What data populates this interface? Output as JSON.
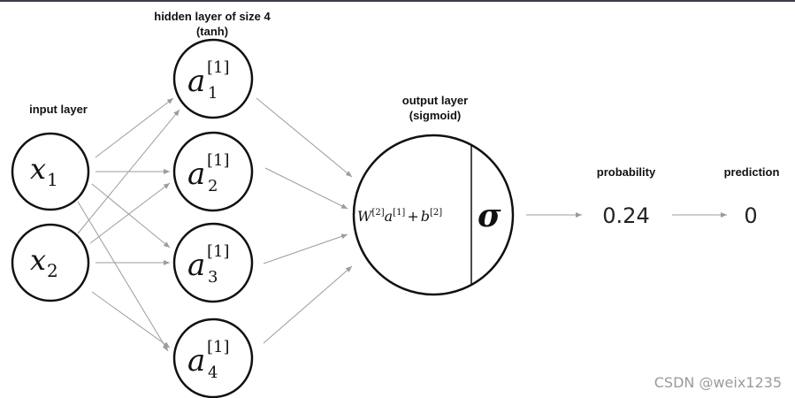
{
  "labels": {
    "input_layer": "input layer",
    "hidden_layer_line1": "hidden layer of size 4",
    "hidden_layer_line2": "(tanh)",
    "output_layer_line1": "output layer",
    "output_layer_line2": "(sigmoid)",
    "probability": "probability",
    "prediction": "prediction"
  },
  "inputs": [
    {
      "symbol": "x",
      "sub": "1"
    },
    {
      "symbol": "x",
      "sub": "2"
    }
  ],
  "hidden": [
    {
      "symbol": "a",
      "sup": "[1]",
      "sub": "1"
    },
    {
      "symbol": "a",
      "sup": "[1]",
      "sub": "2"
    },
    {
      "symbol": "a",
      "sup": "[1]",
      "sub": "3"
    },
    {
      "symbol": "a",
      "sup": "[1]",
      "sub": "4"
    }
  ],
  "output": {
    "formula": {
      "w": "W",
      "w_sup": "[2]",
      "a": "a",
      "a_sup": "[1]",
      "plus": "+",
      "b": "b",
      "b_sup": "[2]"
    },
    "sigma": "σ"
  },
  "probability_value": "0.24",
  "prediction_value": "0",
  "watermark": "CSDN @weix1235",
  "colors": {
    "edge": "#9c9c9c",
    "node_stroke": "#111111",
    "topbar": "#3a3f48"
  }
}
